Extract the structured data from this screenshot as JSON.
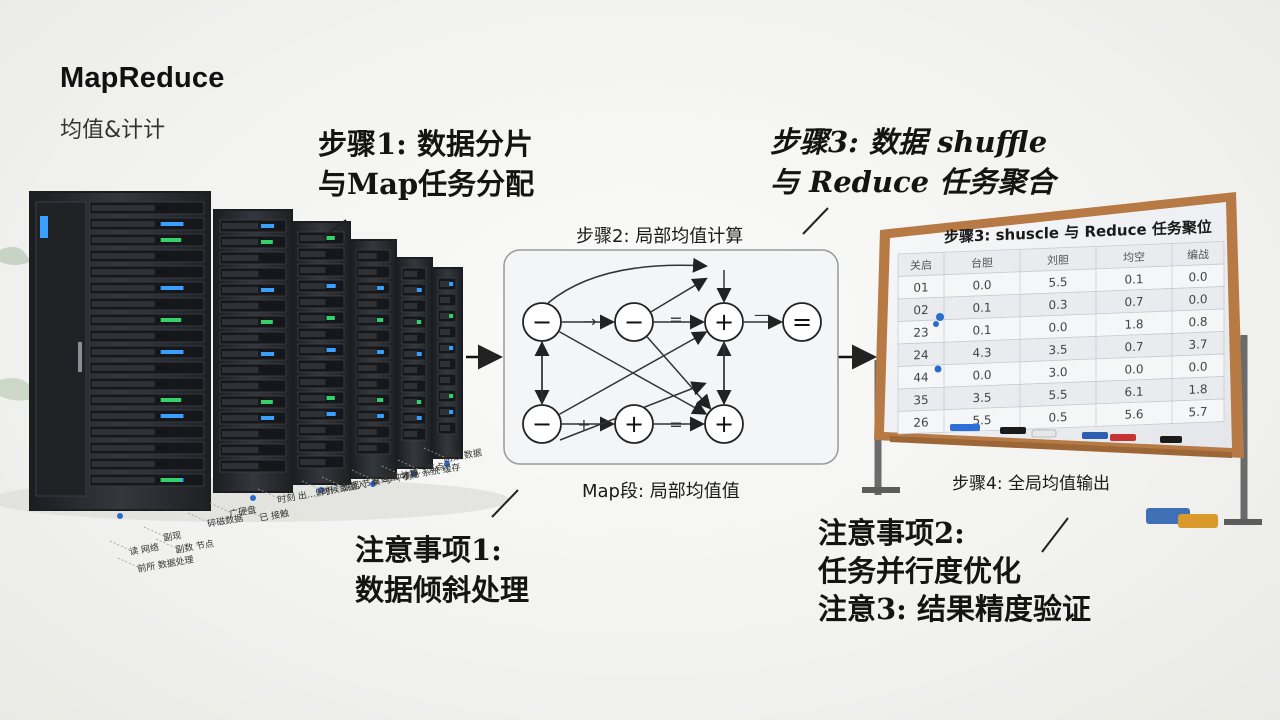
{
  "header": {
    "title": "MapReduce",
    "subtitle": "均值&计计"
  },
  "steps": {
    "step1": {
      "line1": "步骤1: 数据分片",
      "line2": "与Map任务分配"
    },
    "step2": "步骤2: 局部均值计算",
    "step3": {
      "line1": "步骤3: 数据 shuffle",
      "line2": "与 Reduce 任务聚合"
    },
    "step4": "步骤4: 全局均值输出"
  },
  "map_caption": "Map段: 局部均值值",
  "notes": {
    "note1": {
      "line1": "注意事项1:",
      "line2": "数据倾斜处理"
    },
    "note2": {
      "line1": "注意事项2:",
      "line2": "任务并行度优化",
      "line3": "注意3: 结果精度验证"
    }
  },
  "diagram": {
    "top_row": [
      "−",
      "−",
      "+",
      "="
    ],
    "bottom_row": [
      "−",
      "+",
      "+"
    ],
    "edge_labels": [
      "→",
      "=",
      "—",
      "+",
      "="
    ]
  },
  "whiteboard": {
    "title": "步骤3:  shuscle 与 Reduce  任务聚位",
    "headers": [
      "关启",
      "台胆",
      "刘胆",
      "均空",
      "编战"
    ],
    "rows": [
      [
        "01",
        "0.0",
        "5.5",
        "0.1",
        "0.0"
      ],
      [
        "02",
        "0.1",
        "0.3",
        "0.7",
        "0.0"
      ],
      [
        "23",
        "0.1",
        "0.0",
        "1.8",
        "0.8"
      ],
      [
        "24",
        "4.3",
        "3.5",
        "0.7",
        "3.7"
      ],
      [
        "44",
        "0.0",
        "3.0",
        "0.0",
        "0.0"
      ],
      [
        "35",
        "3.5",
        "5.5",
        "6.1",
        "1.8"
      ],
      [
        "26",
        "5.5",
        "0.5",
        "5.6",
        "5.7"
      ]
    ]
  },
  "rack_labels": [
    "读 网络",
    "副现",
    "碎磁数据",
    "广硬盘",
    "时刻 出…解析",
    "时候数据入",
    "量数据 计算",
    "…节点",
    "副数 节点",
    "已 接触",
    "数据 节点 与 平衡",
    "不稳 系统 缓存",
    "前所 数据处理",
    "副数 数据"
  ],
  "colors": {
    "rack_body": "#2a2d31",
    "rack_dark": "#1b1d20",
    "led_blue": "#3aa0ff",
    "led_green": "#36d16a",
    "board_frame": "#b77a44",
    "node_stroke": "#222222"
  }
}
